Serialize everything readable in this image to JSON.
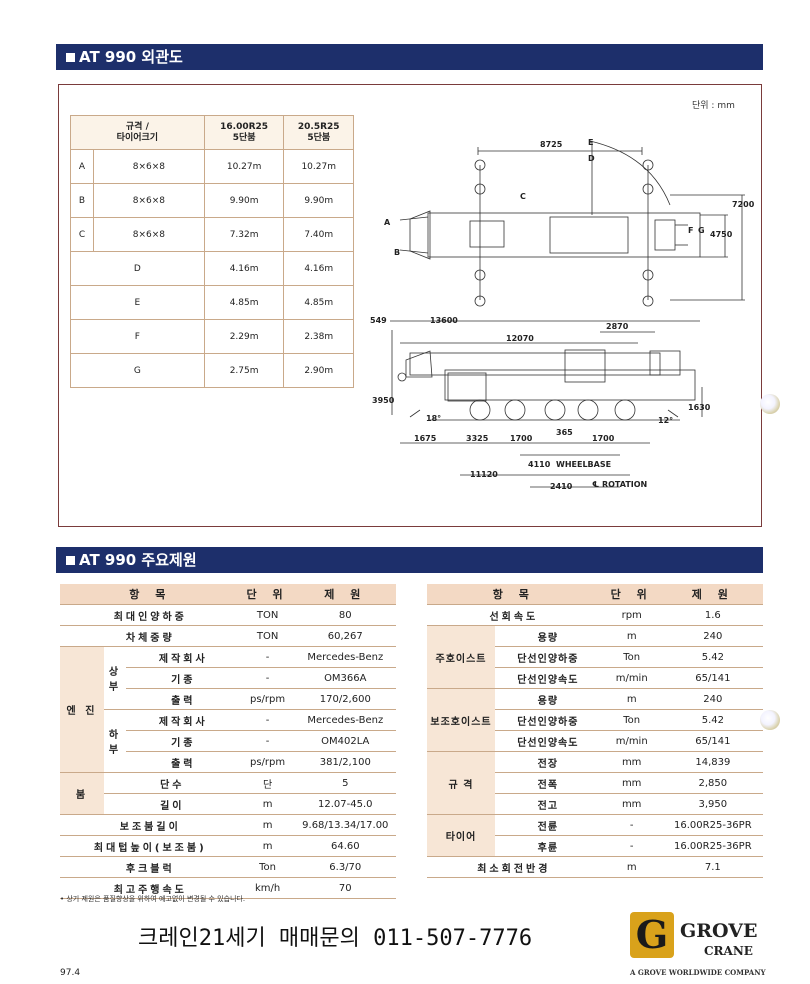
{
  "section1": {
    "title": "AT 990 외관도",
    "unit": "단위 : mm"
  },
  "dim_table": {
    "headers": [
      "규격 /\n타이어크기",
      "16.00R25\n5단붐",
      "20.5R25\n5단붐"
    ],
    "rows": [
      {
        "key": "A",
        "cfg": "8×6×8",
        "v1": "10.27m",
        "v2": "10.27m"
      },
      {
        "key": "B",
        "cfg": "8×6×8",
        "v1": "9.90m",
        "v2": "9.90m"
      },
      {
        "key": "C",
        "cfg": "8×6×8",
        "v1": "7.32m",
        "v2": "7.40m"
      },
      {
        "key": "D",
        "cfg": "",
        "v1": "4.16m",
        "v2": "4.16m"
      },
      {
        "key": "E",
        "cfg": "",
        "v1": "4.85m",
        "v2": "4.85m"
      },
      {
        "key": "F",
        "cfg": "",
        "v1": "2.29m",
        "v2": "2.38m"
      },
      {
        "key": "G",
        "cfg": "",
        "v1": "2.75m",
        "v2": "2.90m"
      }
    ]
  },
  "drawing": {
    "top": {
      "w8725": "8725",
      "h7200": "7200",
      "h4750": "4750",
      "lblA": "A",
      "lblB": "B",
      "lblC": "C",
      "lblD": "D",
      "lblE": "E",
      "lblF": "F",
      "lblG": "G"
    },
    "side": {
      "d549": "549",
      "d13600": "13600",
      "d2870": "2870",
      "d12070": "12070",
      "d3950": "3950",
      "d1630": "1630",
      "a18": "18°",
      "a12": "12°",
      "d1675": "1675",
      "d3325": "3325",
      "d1700a": "1700",
      "d365": "365",
      "d1700b": "1700",
      "d4110": "4110",
      "wheelbase": "WHEELBASE",
      "d11120": "11120",
      "d2410": "2410",
      "rotation": "℄ ROTATION"
    }
  },
  "section2": {
    "title": "AT 990 주요제원"
  },
  "spec_headers": {
    "item": "항 목",
    "unit": "단 위",
    "value": "제 원"
  },
  "spec_left": [
    {
      "a": "최대인양하중",
      "b": "",
      "c": "",
      "unit": "TON",
      "val": "80"
    },
    {
      "a": "차체중량",
      "b": "",
      "c": "",
      "unit": "TON",
      "val": "60,267"
    },
    {
      "a": "엔 진",
      "b": "상부",
      "c": "제작회사",
      "unit": "-",
      "val": "Mercedes-Benz"
    },
    {
      "a": "",
      "b": "",
      "c": "기종",
      "unit": "-",
      "val": "OM366A"
    },
    {
      "a": "",
      "b": "",
      "c": "출력",
      "unit": "ps/rpm",
      "val": "170/2,600"
    },
    {
      "a": "",
      "b": "하부",
      "c": "제작회사",
      "unit": "-",
      "val": "Mercedes-Benz"
    },
    {
      "a": "",
      "b": "",
      "c": "기종",
      "unit": "-",
      "val": "OM402LA"
    },
    {
      "a": "",
      "b": "",
      "c": "출력",
      "unit": "ps/rpm",
      "val": "381/2,100"
    },
    {
      "a": "붐",
      "b": "",
      "c": "단수",
      "unit": "단",
      "val": "5"
    },
    {
      "a": "",
      "b": "",
      "c": "길이",
      "unit": "m",
      "val": "12.07-45.0"
    },
    {
      "a": "보조붐길이",
      "b": "",
      "c": "",
      "unit": "m",
      "val": "9.68/13.34/17.00"
    },
    {
      "a": "최대텁높이(보조붐)",
      "b": "",
      "c": "",
      "unit": "m",
      "val": "64.60"
    },
    {
      "a": "후크블럭",
      "b": "",
      "c": "",
      "unit": "Ton",
      "val": "6.3/70"
    },
    {
      "a": "최고주행속도",
      "b": "",
      "c": "",
      "unit": "km/h",
      "val": "70"
    }
  ],
  "spec_right": [
    {
      "a": "선회속도",
      "b": "",
      "unit": "rpm",
      "val": "1.6"
    },
    {
      "a": "주호이스트",
      "b": "용량",
      "unit": "m",
      "val": "240"
    },
    {
      "a": "",
      "b": "단선인양하중",
      "unit": "Ton",
      "val": "5.42"
    },
    {
      "a": "",
      "b": "단선인양속도",
      "unit": "m/min",
      "val": "65/141"
    },
    {
      "a": "보조호이스트",
      "b": "용량",
      "unit": "m",
      "val": "240"
    },
    {
      "a": "",
      "b": "단선인양하중",
      "unit": "Ton",
      "val": "5.42"
    },
    {
      "a": "",
      "b": "단선인양속도",
      "unit": "m/min",
      "val": "65/141"
    },
    {
      "a": "규 격",
      "b": "전장",
      "unit": "mm",
      "val": "14,839"
    },
    {
      "a": "",
      "b": "전폭",
      "unit": "mm",
      "val": "2,850"
    },
    {
      "a": "",
      "b": "전고",
      "unit": "mm",
      "val": "3,950"
    },
    {
      "a": "타이어",
      "b": "전륜",
      "unit": "-",
      "val": "16.00R25-36PR"
    },
    {
      "a": "",
      "b": "후륜",
      "unit": "-",
      "val": "16.00R25-36PR"
    },
    {
      "a": "최소회전반경",
      "b": "",
      "unit": "m",
      "val": "7.1"
    }
  ],
  "note": "• 상기 제원은 품질향상을 위하여 예고없이 변경될 수 있습니다.",
  "ad": "크레인21세기 매매문의 011-507-7776",
  "page_no": "97.4",
  "logo": {
    "letter": "G",
    "name": "GROVE",
    "sub": "CRANE",
    "tag": "A GROVE WORLDWIDE COMPANY"
  },
  "colors": {
    "header": "#1d2f6b",
    "logo_gold": "#d9a21b"
  }
}
